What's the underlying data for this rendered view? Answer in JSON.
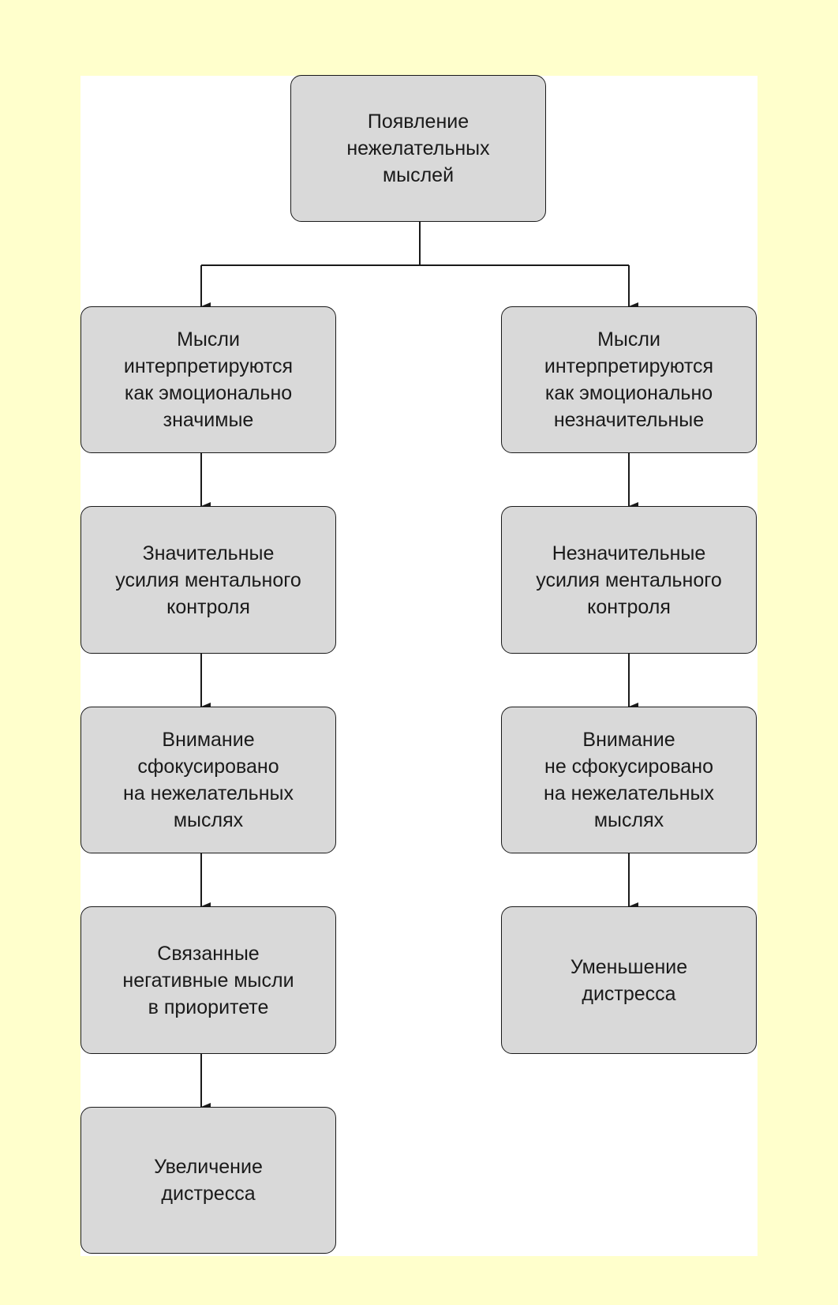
{
  "colors": {
    "background": "#ffffcc",
    "panel": "#ffffff",
    "node_fill": "#d9d9d9",
    "node_border": "#1a1a1a",
    "text": "#1a1a1a"
  },
  "diagram": {
    "root": {
      "label": "Появление\nнежелательных\nмыслей"
    },
    "left_branch": [
      {
        "label": "Мысли\nинтерпретируются\nкак эмоционально\nзначимые"
      },
      {
        "label": "Значительные\nусилия ментального\nконтроля"
      },
      {
        "label": "Внимание\nсфокусировано\nна нежелательных\nмыслях"
      },
      {
        "label": "Связанные\nнегативные мысли\nв приоритете"
      },
      {
        "label": "Увеличение\nдистресса"
      }
    ],
    "right_branch": [
      {
        "label": "Мысли\nинтерпретируются\nкак эмоционально\nнезначительные"
      },
      {
        "label": "Незначительные\nусилия ментального\nконтроля"
      },
      {
        "label": "Внимание\nне сфокусировано\nна нежелательных\nмыслях"
      },
      {
        "label": "Уменьшение\nдистресса"
      }
    ]
  }
}
